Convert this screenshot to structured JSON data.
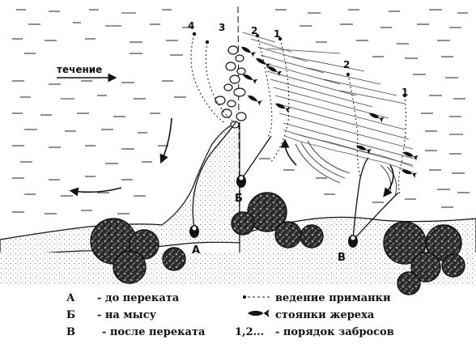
{
  "current_label": "течение",
  "positions": {
    "a": "А",
    "b": "Б",
    "v": "В"
  },
  "cast_numbers": [
    "1",
    "2",
    "3",
    "4",
    "2",
    "1"
  ],
  "legend": {
    "a_letter": "А",
    "a_text": "-  до переката",
    "b_letter": "Б",
    "b_text": "-  на мысу",
    "v_letter": "В",
    "v_text": "-  после переката",
    "lure_text": "ведение приманки",
    "asp_text": "стоянки жереха",
    "order_prefix": "1,2...",
    "order_text": "- порядок забросов"
  },
  "icons": {
    "fish": "fish-icon",
    "bush": "bush-icon",
    "angler": "angler-icon",
    "flow_arrow": "flow-arrow-icon",
    "stone": "stone-icon"
  }
}
